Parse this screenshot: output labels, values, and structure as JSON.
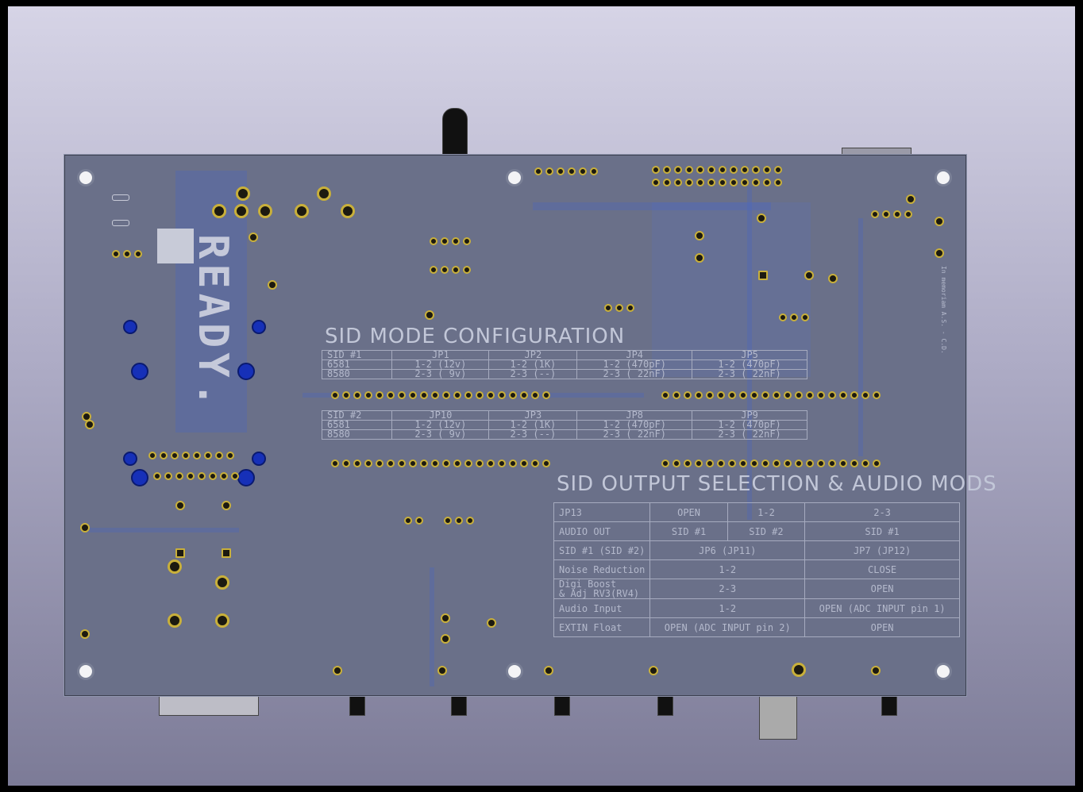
{
  "board": {
    "logo_text": "READY.",
    "memoriam": "In memoriam A.S. - C.D."
  },
  "mode_config": {
    "title": "SID MODE CONFIGURATION",
    "sid1": {
      "headers": [
        "SID #1",
        "JP1",
        "JP2",
        "JP4",
        "JP5"
      ],
      "rows": [
        [
          "6581",
          "1-2 (12v)",
          "1-2 (1K)",
          "1-2 (470pF)",
          "1-2 (470pF)"
        ],
        [
          "8580",
          "2-3 ( 9v)",
          "2-3 (--)",
          "2-3 ( 22nF)",
          "2-3 ( 22nF)"
        ]
      ]
    },
    "sid2": {
      "headers": [
        "SID #2",
        "JP10",
        "JP3",
        "JP8",
        "JP9"
      ],
      "rows": [
        [
          "6581",
          "1-2 (12v)",
          "1-2 (1K)",
          "1-2 (470pF)",
          "1-2 (470pF)"
        ],
        [
          "8580",
          "2-3 ( 9v)",
          "2-3 (--)",
          "2-3 ( 22nF)",
          "2-3 ( 22nF)"
        ]
      ]
    }
  },
  "output_selection": {
    "title": "SID OUTPUT SELECTION & AUDIO MODS",
    "jp13_row": [
      "JP13",
      "OPEN",
      "1-2",
      "2-3"
    ],
    "audio_out_row": [
      "AUDIO OUT",
      "SID #1",
      "SID #2",
      "SID #1"
    ],
    "mods_header": [
      "SID #1 (SID #2)",
      "JP6 (JP11)",
      "JP7 (JP12)"
    ],
    "mods_rows": [
      [
        "Noise Reduction",
        "1-2",
        "CLOSE"
      ],
      [
        "Digi Boost\n& Adj RV3(RV4)",
        "2-3",
        "OPEN"
      ],
      [
        "Audio Input",
        "1-2",
        "OPEN (ADC INPUT pin 1)"
      ],
      [
        "EXTIN Float",
        "OPEN (ADC INPUT pin 2)",
        "OPEN"
      ]
    ]
  }
}
